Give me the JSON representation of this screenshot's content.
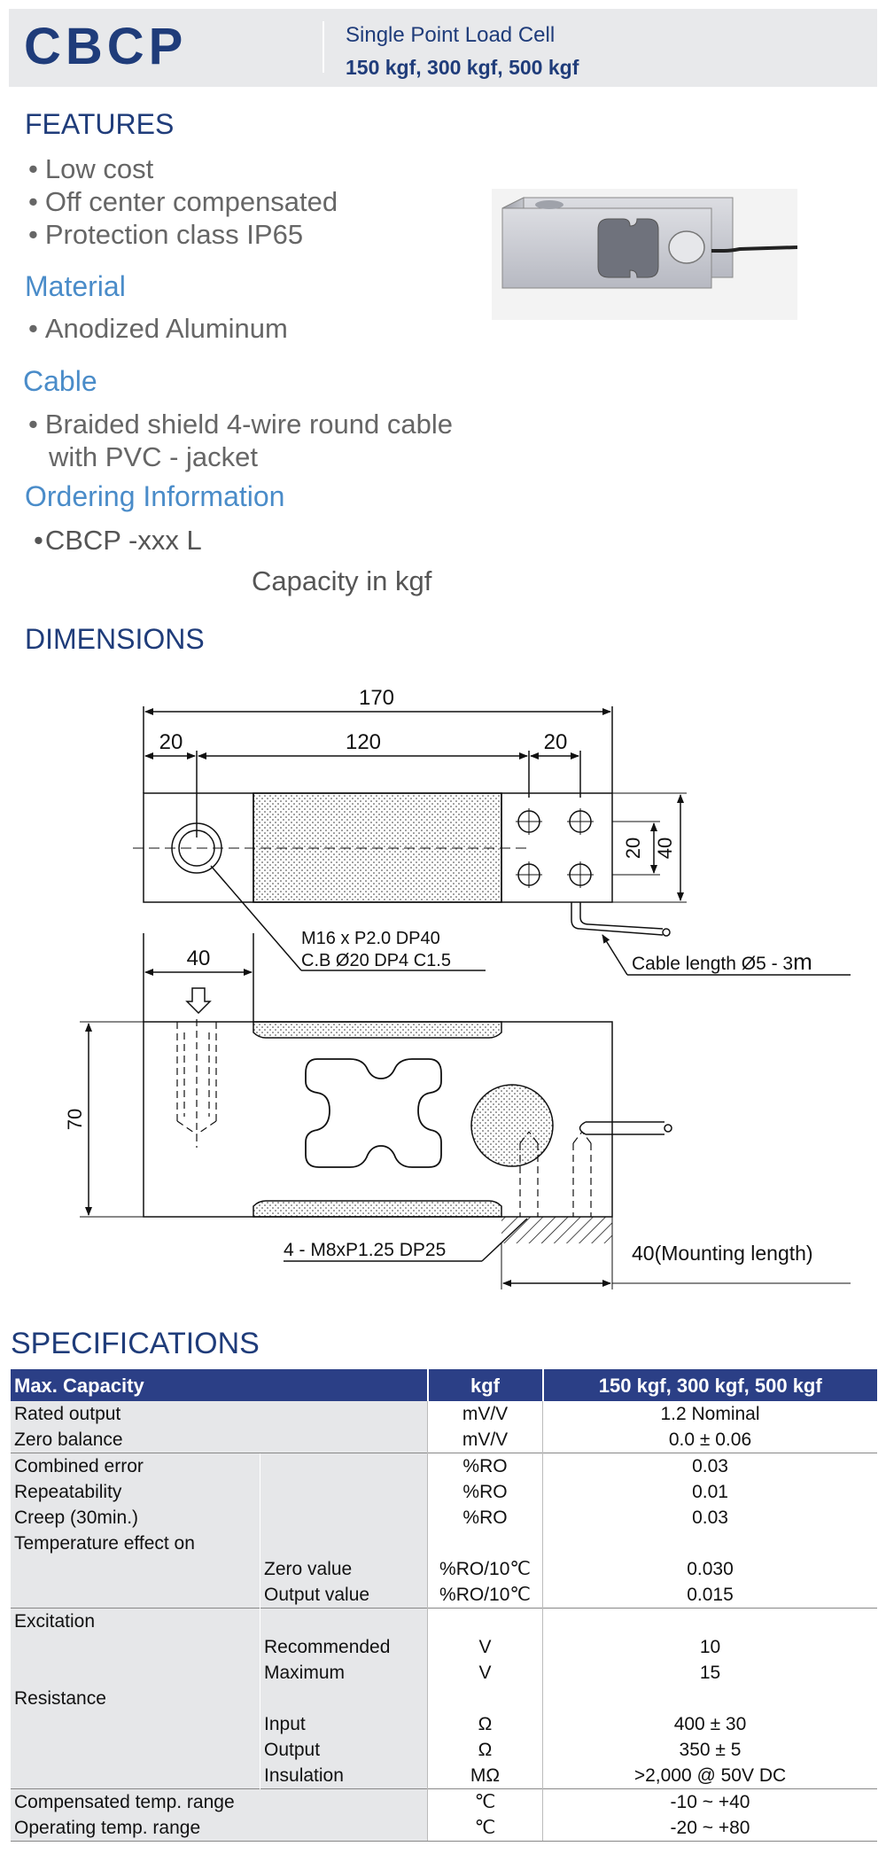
{
  "header": {
    "model": "CBCP",
    "subtitle": "Single Point Load Cell",
    "capacities": "150 kgf, 300 kgf, 500 kgf"
  },
  "features": {
    "title": "FEATURES",
    "items": [
      "Low cost",
      "Off center compensated",
      "Protection class IP65"
    ]
  },
  "material": {
    "title": "Material",
    "items": [
      "Anodized Aluminum"
    ]
  },
  "cable": {
    "title": "Cable",
    "lines": [
      "Braided shield 4-wire round cable",
      "with PVC - jacket"
    ]
  },
  "ordering": {
    "title": "Ordering Information",
    "code": "CBCP -xxx L",
    "note": "Capacity in  kgf"
  },
  "dimensions": {
    "title": "DIMENSIONS",
    "dim_170": "170",
    "dim_20_left": "20",
    "dim_120": "120",
    "dim_20_right": "20",
    "dim_20_vert": "20",
    "dim_40_vert": "40",
    "thread_note_1": "M16 x P2.0 DP40",
    "thread_note_2": "C.B Ø20 DP4 C1.5",
    "cable_length": "Cable length Ø5 - 3",
    "cable_length_unit": "m",
    "dim_40_top": "40",
    "dim_70": "70",
    "mount_note": "4 - M8xP1.25 DP25",
    "mount_length": "40(Mounting length)"
  },
  "specifications": {
    "title": "SPECIFICATIONS",
    "header": [
      "Max. Capacity",
      "kgf",
      "150 kgf,  300 kgf,  500 kgf"
    ],
    "rows": [
      {
        "label": "Rated output",
        "sub": "",
        "unit": "mV/V",
        "value": "1.2 Nominal"
      },
      {
        "label": "Zero balance",
        "sub": "",
        "unit": "mV/V",
        "value": "0.0 ± 0.06"
      },
      {
        "label": "Combined error",
        "sub": "",
        "unit": "%RO",
        "value": "0.03"
      },
      {
        "label": "Repeatability",
        "sub": "",
        "unit": "%RO",
        "value": "0.01"
      },
      {
        "label": "Creep (30min.)",
        "sub": "",
        "unit": "%RO",
        "value": "0.03"
      },
      {
        "label": "Temperature effect on",
        "sub": "",
        "unit": "",
        "value": ""
      },
      {
        "label": "",
        "sub": "Zero value",
        "unit": "%RO/10℃",
        "value": "0.030"
      },
      {
        "label": "",
        "sub": "Output  value",
        "unit": "%RO/10℃",
        "value": "0.015"
      },
      {
        "label": "Excitation",
        "sub": "",
        "unit": "",
        "value": ""
      },
      {
        "label": "",
        "sub": "Recommended",
        "unit": "V",
        "value": "10"
      },
      {
        "label": "",
        "sub": "Maximum",
        "unit": "V",
        "value": "15"
      },
      {
        "label": "Resistance",
        "sub": "",
        "unit": "",
        "value": ""
      },
      {
        "label": "",
        "sub": "Input",
        "unit": "Ω",
        "value": "400 ± 30"
      },
      {
        "label": "",
        "sub": "Output",
        "unit": "Ω",
        "value": "350 ± 5"
      },
      {
        "label": "",
        "sub": "Insulation",
        "unit": "MΩ",
        "value": ">2,000 @ 50V DC"
      },
      {
        "label": "Compensated temp. range",
        "sub": "",
        "unit": "℃",
        "value": "-10 ~ +40"
      },
      {
        "label": "Operating temp. range",
        "sub": "",
        "unit": "℃",
        "value": "-20 ~ +80"
      }
    ]
  }
}
